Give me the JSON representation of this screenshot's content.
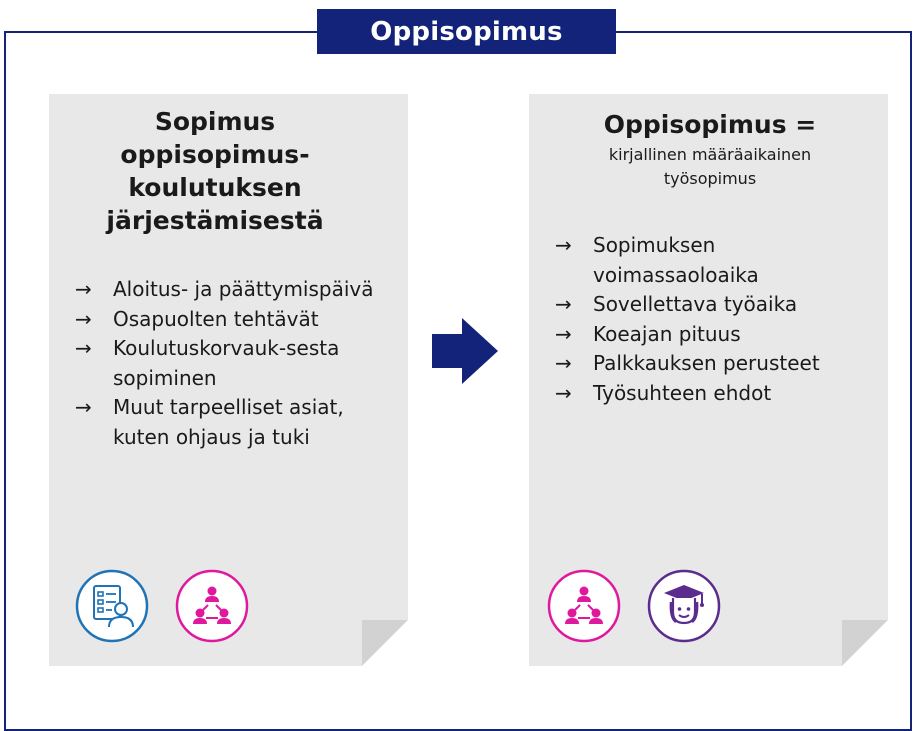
{
  "title": "Oppisopimus",
  "left_card": {
    "title_lines": [
      "Sopimus",
      "oppisopimus-",
      "koulutuksen",
      "järjestämisestä"
    ],
    "items": [
      "Aloitus- ja päättymispäivä",
      "Osapuolten tehtävät",
      "Koulutuskorvauk-sesta sopiminen",
      "Muut tarpeelliset asiat, kuten ohjaus ja tuki"
    ],
    "icons": [
      "document-person-icon",
      "team-icon"
    ]
  },
  "right_card": {
    "title": "Oppisopimus =",
    "subtitle_lines": [
      "kirjallinen määräaikainen",
      "työsopimus"
    ],
    "items": [
      "Sopimuksen voimassaoloaika",
      "Sovellettava työaika",
      "Koeajan pituus",
      "Palkkauksen perusteet",
      "Työsuhteen ehdot"
    ],
    "icons": [
      "team-icon",
      "graduate-icon"
    ]
  },
  "arrow_glyph": "→",
  "colors": {
    "navy": "#14237a",
    "card_bg": "#e8e8e8",
    "blue_icon": "#1f73b7",
    "magenta_icon": "#e0189e",
    "purple_icon": "#5b2c8e"
  }
}
